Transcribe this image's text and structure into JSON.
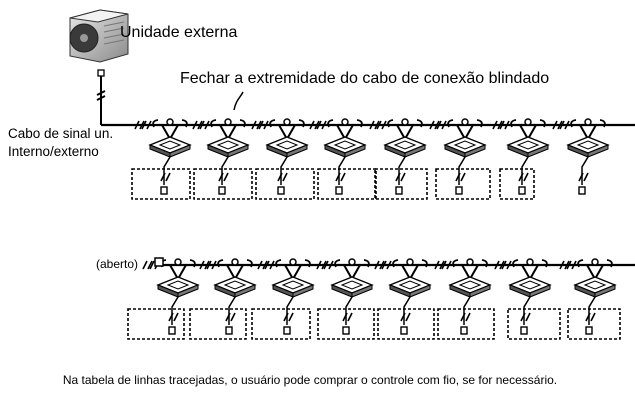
{
  "labels": {
    "outdoor_unit": "Unidade externa",
    "shield_end": "Fechar a extremidade do cabo de conexão blindado",
    "signal_cable": "Cabo de sinal un. Interno/externo",
    "open": "(aberto)",
    "note": "Na tabela de linhas tracejadas, o usuário pode comprar o controle com fio, se for necessário."
  },
  "icons": {
    "outdoor_unit": "outdoor-unit-icon",
    "indoor_unit": "cassette-indoor-unit-icon",
    "wired_controller": "wired-controller-icon",
    "break": "cable-break-icon"
  },
  "colors": {
    "line": "#000000",
    "unit_fill": "#555555",
    "background": "#ffffff"
  }
}
